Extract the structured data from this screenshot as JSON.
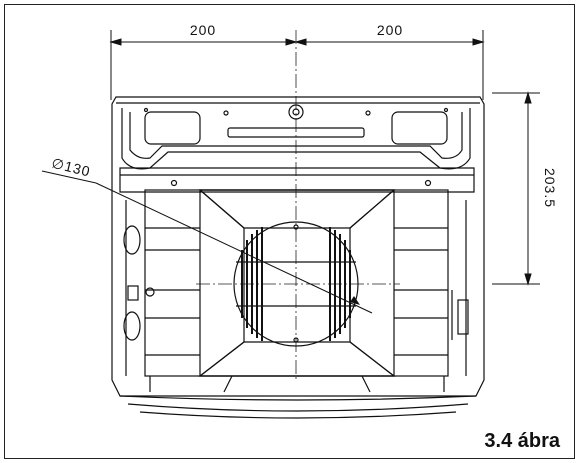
{
  "figure": {
    "caption": "3.4 ábra"
  },
  "dimensions": {
    "width_left": "200",
    "width_right": "200",
    "height_right": "203.5",
    "diameter": "∅130"
  }
}
